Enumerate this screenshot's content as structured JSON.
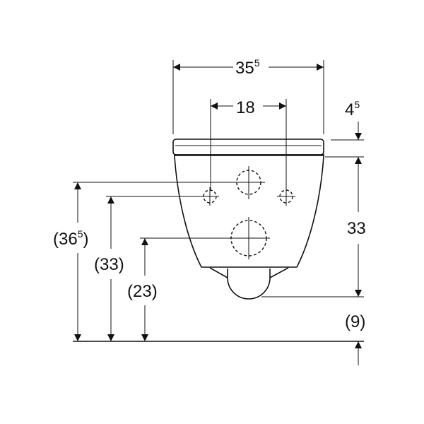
{
  "dimensions": {
    "width_total": {
      "main": "35",
      "sup": "5"
    },
    "bolt_spacing": {
      "main": "18"
    },
    "seat_offset": {
      "main": "4",
      "sup": "5"
    },
    "bowl_height": {
      "main": "33"
    },
    "upper_inlet_height": {
      "main": "(36",
      "sup": "5",
      "close": ")"
    },
    "bolt_height": {
      "main": "(33)"
    },
    "outlet_height": {
      "main": "(23)"
    },
    "floor_gap": {
      "main": "(9)"
    }
  }
}
